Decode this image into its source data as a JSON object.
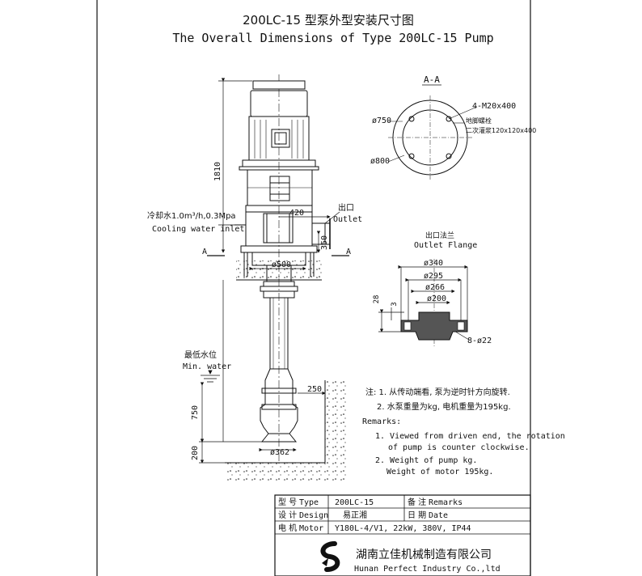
{
  "title": {
    "cn": "200LC-15 型泵外型安装尺寸图",
    "en": "The Overall Dimensions of Type 200LC-15 Pump"
  },
  "section": {
    "label": "A-A",
    "marker": "A"
  },
  "dims": {
    "height_1810": "1810",
    "outlet_420": "420",
    "outlet_350": "350",
    "base_500": "ø500",
    "depth_750": "750",
    "bottom_200": "200",
    "wall_250": "250",
    "suction_362": "ø362"
  },
  "labels": {
    "cooling_cn": "冷却水1.0m³/h,0.3Mpa",
    "cooling_en": "Cooling water inlet",
    "outlet_cn": "出口",
    "outlet_en": "Outlet",
    "minwater_cn": "最低水位",
    "minwater_en": "Min. water"
  },
  "section_view": {
    "d750": "ø750",
    "d800": "ø800",
    "bolts": "4-M20x400",
    "anchor": "地脚螺栓",
    "grout": "二次灌浆120x120x400"
  },
  "flange": {
    "title_cn": "出口法兰",
    "title_en": "Outlet Flange",
    "d340": "ø340",
    "d295": "ø295",
    "d266": "ø266",
    "d200": "ø200",
    "h28": "28",
    "h3": "3",
    "holes": "8-ø22"
  },
  "notes": {
    "cn1": "注: 1. 从传动端看, 泵为逆时针方向旋转.",
    "cn2": "2. 水泵重量为kg, 电机重量为195kg.",
    "heading": "Remarks:",
    "en1a": "1. Viewed from driven end, the rotation",
    "en1b": "of pump is counter clockwise.",
    "en2a": "2. Weight of pump kg.",
    "en2b": "Weight of motor 195kg."
  },
  "table": {
    "r1": {
      "k_cn": "型 号",
      "k_en": "Type",
      "v": "200LC-15",
      "k2_cn": "备 注",
      "k2_en": "Remarks"
    },
    "r2": {
      "k_cn": "设 计",
      "k_en": "Design",
      "v": "易正湘",
      "k2_cn": "日 期",
      "k2_en": "Date"
    },
    "r3": {
      "k_cn": "电 机",
      "k_en": "Motor",
      "v": "Y180L-4/V1, 22kW, 380V, IP44"
    }
  },
  "company": {
    "cn": "湖南立佳机械制造有限公司",
    "en": "Hunan Perfect Industry Co.,ltd"
  }
}
